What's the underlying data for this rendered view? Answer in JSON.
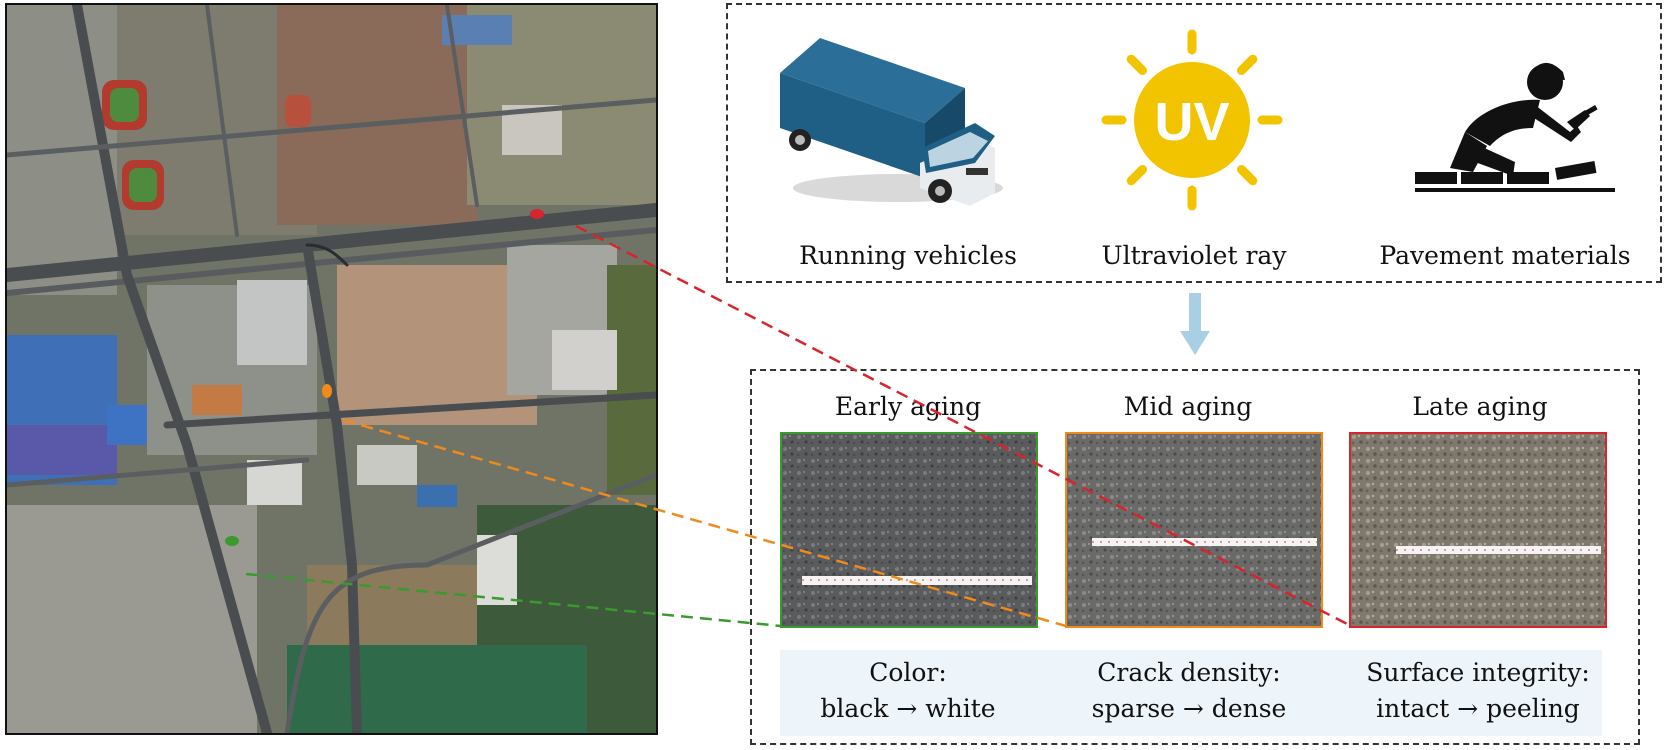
{
  "factors": [
    {
      "label": "Running vehicles",
      "icon": "truck-icon"
    },
    {
      "label": "Ultraviolet ray",
      "icon": "uv-sun-icon",
      "badge": "UV"
    },
    {
      "label": "Pavement materials",
      "icon": "paving-worker-icon"
    }
  ],
  "stages": [
    {
      "title": "Early aging",
      "color": "#3a9a2e"
    },
    {
      "title": "Mid aging",
      "color": "#f08a1c"
    },
    {
      "title": "Late aging",
      "color": "#d8242c"
    }
  ],
  "descriptions": [
    {
      "line1": "Color:",
      "line2": "black → white"
    },
    {
      "line1": "Crack density:",
      "line2": "sparse → dense"
    },
    {
      "line1": "Surface integrity:",
      "line2": "intact → peeling"
    }
  ],
  "colors": {
    "arrow": "#a9cfe4",
    "uv_yellow": "#f2c400",
    "truck_blue": "#1f5f86",
    "desc_band": "#eef5fa"
  }
}
